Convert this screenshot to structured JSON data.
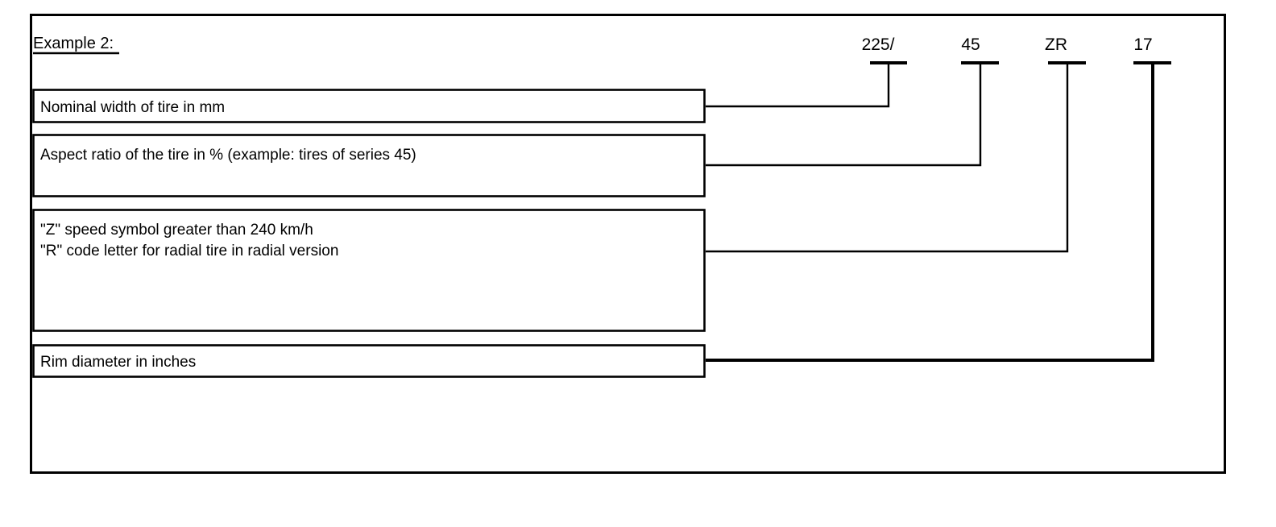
{
  "figure": {
    "title": "Example 2:",
    "title_underlined": true,
    "background_color": "#ffffff",
    "line_color": "#000000"
  },
  "tire_code": {
    "full": "225/45 ZR 17",
    "segments": [
      {
        "label": "225/",
        "meaning": "Nominal width of tire in mm"
      },
      {
        "label": "45",
        "meaning": "Aspect ratio of the tire in % (example: tires of series 45)"
      },
      {
        "label": "ZR",
        "meaning": "\"Z\" speed symbol greater than 240 km/h / \"R\" code letter for radial tire in radial version"
      },
      {
        "label": "17",
        "meaning": "Rim diameter in inches"
      }
    ]
  },
  "description_boxes": [
    {
      "lines": [
        "Nominal width of tire in mm"
      ]
    },
    {
      "lines": [
        "Aspect ratio of the tire in % (example: tires of series 45)"
      ]
    },
    {
      "lines": [
        "\"Z\" speed symbol greater than 240 km/h",
        "\"R\" code letter for radial tire in radial version"
      ]
    },
    {
      "lines": [
        "Rim diameter in inches"
      ]
    }
  ]
}
